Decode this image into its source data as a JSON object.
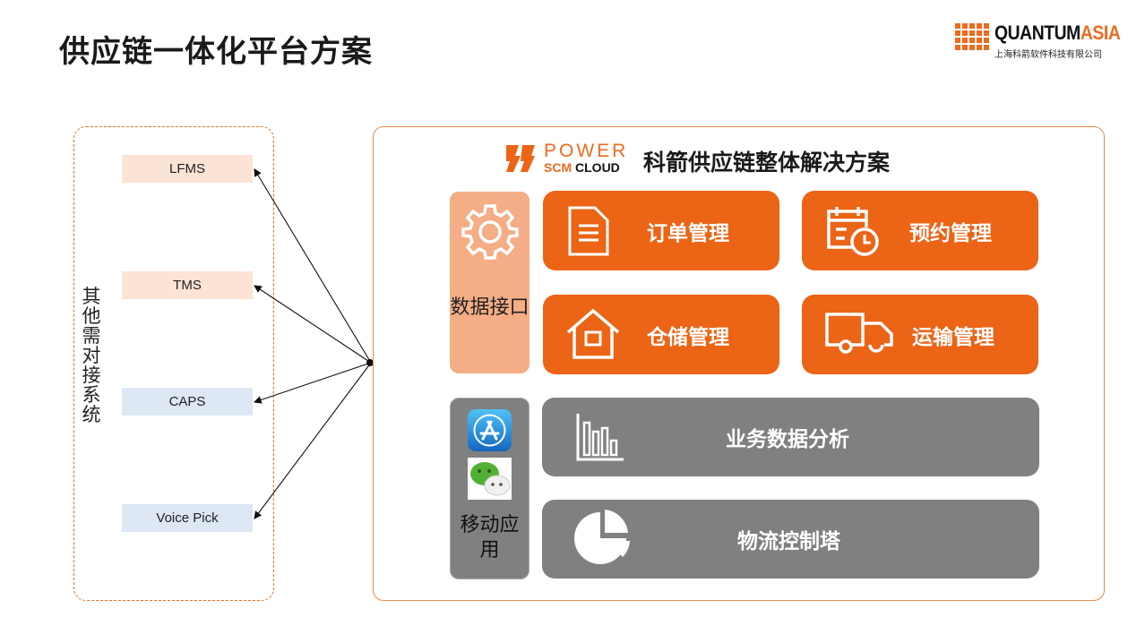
{
  "page": {
    "title": "供应链一体化平台方案"
  },
  "logo": {
    "brand_main": "QUANTUM",
    "brand_accent": "ASIA",
    "subtitle": "上海科箭软件科技有限公司"
  },
  "left_panel": {
    "label": "其他需对接系统",
    "systems": [
      "LFMS",
      "TMS",
      "CAPS",
      "Voice Pick"
    ]
  },
  "right_panel": {
    "product_logo": {
      "line1": "POWER",
      "line2_accent": "SCM",
      "line2": "CLOUD"
    },
    "title": "科箭供应链整体解决方案",
    "data_interface": "数据接口",
    "mobile_app": "移动应用",
    "modules": {
      "order": "订单管理",
      "appointment": "预约管理",
      "warehouse": "仓储管理",
      "transport": "运输管理",
      "analytics": "业务数据分析",
      "control_tower": "物流控制塔"
    }
  },
  "colors": {
    "accent": "#ec6416",
    "light_orange": "#f4ad85",
    "gray": "#808080"
  }
}
